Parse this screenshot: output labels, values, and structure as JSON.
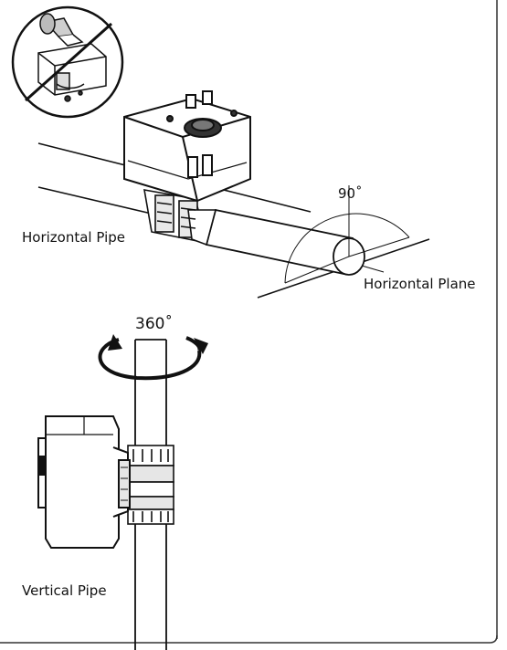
{
  "labels": {
    "horizontal_pipe": "Horizontal Pipe",
    "horizontal_plane": "Horizontal Plane",
    "angle_90": "90˚",
    "rotation_360": "360˚",
    "vertical_pipe": "Vertical Pipe"
  },
  "icons": {
    "prohibited": "prohibited-orientation-icon",
    "rotation": "rotation-arrow-icon"
  },
  "colors": {
    "line": "#111111",
    "actuator_body": "#ffffff",
    "prohibit": "#111111"
  }
}
